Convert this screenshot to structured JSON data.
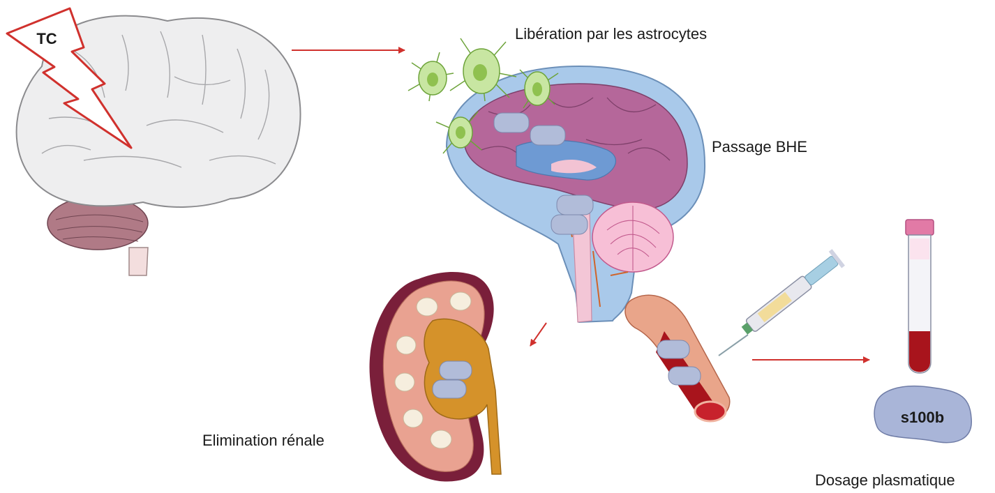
{
  "labels": {
    "trauma": "TC",
    "release": "Libération par les astrocytes",
    "bbb": "Passage BHE",
    "renal": "Elimination rénale",
    "dosage": "Dosage plasmatique",
    "protein": "s100b"
  },
  "colors": {
    "arrow": "#d0312d",
    "brain": "#eeeeef",
    "brain_outline": "#8b8b8e",
    "cerebellum": "#b07a86",
    "cortex": "#b5679a",
    "csf": "#a9c9ea",
    "ventricle": "#6e9ad3",
    "astrocyte": "#9ccf5e",
    "protein": "#a9b5d8",
    "kidney": "#e9a291",
    "kidney_outer": "#7a1f3a",
    "pelvis": "#d5922a",
    "blood": "#a8141c",
    "tube_cap": "#e27aa6"
  },
  "icons": [
    "brain-icon",
    "lightning-icon",
    "brain-section-icon",
    "astrocyte-icon",
    "kidney-icon",
    "blood-vessel-icon",
    "syringe-icon",
    "blood-tube-icon",
    "protein-icon"
  ]
}
